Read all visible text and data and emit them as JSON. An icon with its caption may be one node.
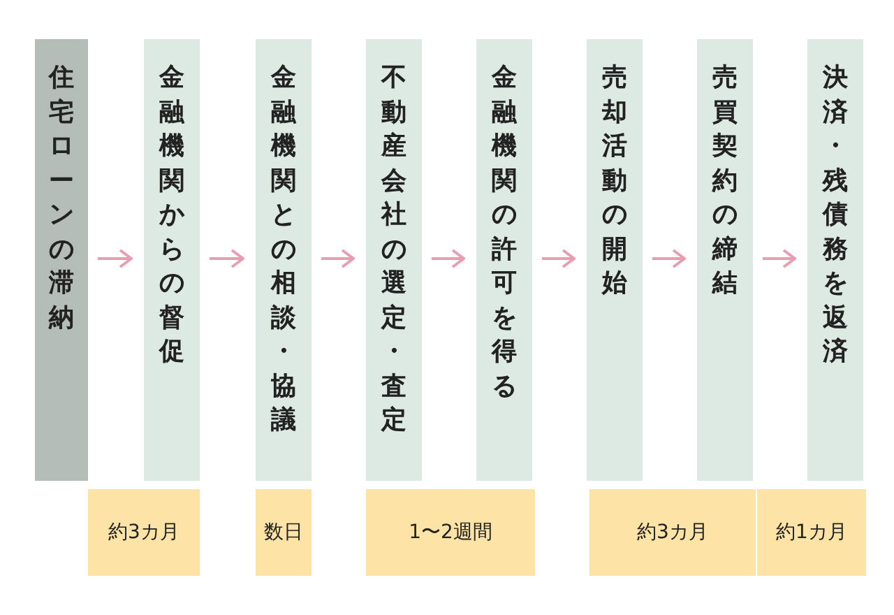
{
  "diagram": {
    "nodes": [
      {
        "text": [
          "住宅ローンの滞納"
        ]
      },
      {
        "text": [
          "金融機関からの督促"
        ]
      },
      {
        "text": [
          "金融機関との相談・協議"
        ]
      },
      {
        "text": [
          "不動産会社の選定・査定"
        ]
      },
      {
        "text": [
          "金融機関の許可を得る"
        ]
      },
      {
        "text": [
          "売却活動の開始"
        ]
      },
      {
        "text": [
          "売買契約の締結"
        ]
      },
      {
        "text": [
          "決済・残債務を返済"
        ]
      },
      {
        "text": [
          "約3カ月"
        ]
      },
      {
        "text": [
          "数日"
        ]
      },
      {
        "text": [
          "1〜2週間"
        ]
      },
      {
        "text": [
          "約3カ月"
        ]
      },
      {
        "text": [
          "約1カ月"
        ]
      }
    ],
    "edges": [
      {
        "from": 0,
        "to": 1,
        "arrow": "to"
      },
      {
        "from": 1,
        "to": 2,
        "arrow": "to"
      },
      {
        "from": 2,
        "to": 3,
        "arrow": "to"
      },
      {
        "from": 3,
        "to": 4,
        "arrow": "to"
      },
      {
        "from": 4,
        "to": 5,
        "arrow": "to"
      },
      {
        "from": 5,
        "to": 6,
        "arrow": "to"
      },
      {
        "from": 6,
        "to": 7,
        "arrow": "to"
      }
    ]
  }
}
